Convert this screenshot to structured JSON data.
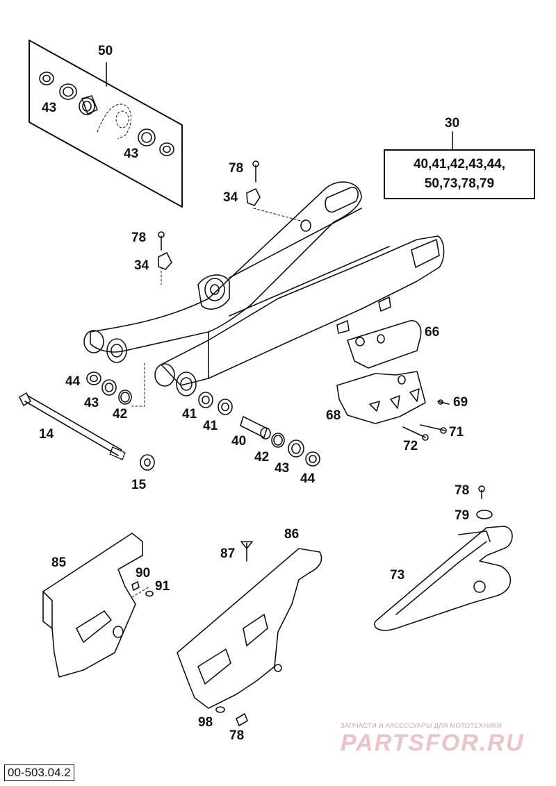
{
  "kit_box": {
    "title": "30",
    "line1": "40,41,42,43,44,",
    "line2": "50,73,78,79"
  },
  "bearing_kit": {
    "title": "50",
    "label_a": "43",
    "label_b": "43"
  },
  "labels": {
    "p78a": "78",
    "p34a": "34",
    "p78b": "78",
    "p34b": "34",
    "p44a": "44",
    "p43a": "43",
    "p42a": "42",
    "p14": "14",
    "p15": "15",
    "p41a": "41",
    "p41b": "41",
    "p40": "40",
    "p42b": "42",
    "p43b": "43",
    "p44b": "44",
    "p66": "66",
    "p68": "68",
    "p69": "69",
    "p71": "71",
    "p72": "72",
    "p78c": "78",
    "p79": "79",
    "p73": "73",
    "p85": "85",
    "p90": "90",
    "p91": "91",
    "p86": "86",
    "p87": "87",
    "p98": "98",
    "p78d": "78"
  },
  "reference_code": "00-503.04.2",
  "watermark": {
    "caption": "ЗАПЧАСТИ И АКСЕССУАРЫ ДЛЯ МОТОТЕХНИКИ",
    "logo": "PARTSFOR.RU"
  },
  "colors": {
    "ink": "#111111",
    "watermark": "#ecc3c6"
  }
}
